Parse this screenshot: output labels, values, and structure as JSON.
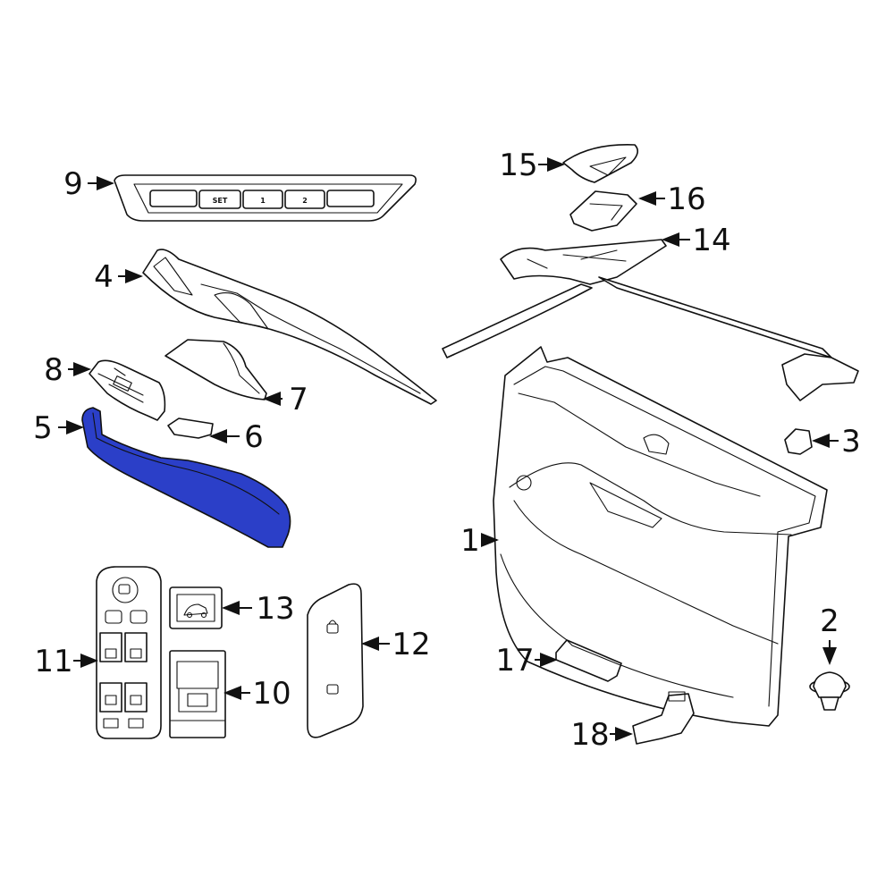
{
  "diagram": {
    "highlight_color": "#2b3fc8",
    "highlighted_part": "5",
    "callouts": [
      "1",
      "2",
      "3",
      "4",
      "5",
      "6",
      "7",
      "8",
      "9",
      "10",
      "11",
      "12",
      "13",
      "14",
      "15",
      "16",
      "17",
      "18"
    ],
    "button_labels": {
      "set": "SET",
      "memory1": "1",
      "memory2": "2"
    }
  }
}
